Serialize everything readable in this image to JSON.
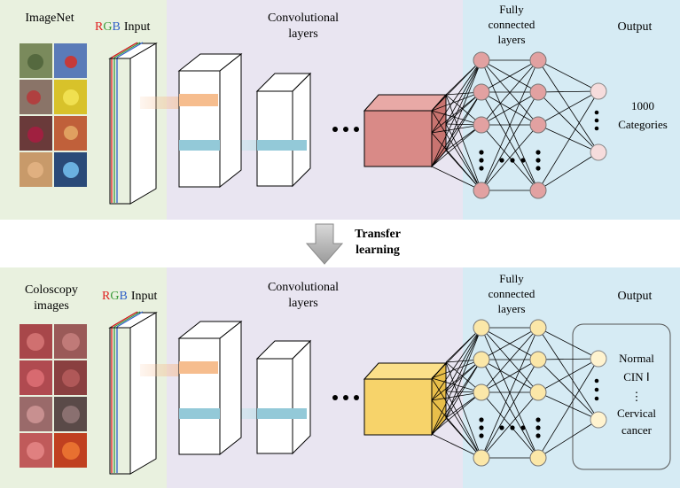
{
  "top": {
    "dataset_label": "ImageNet",
    "input_r": "R",
    "input_g": "G",
    "input_b": "B",
    "input_word": "Input",
    "conv_line1": "Convolutional",
    "conv_line2": "layers",
    "fc_line1": "Fully",
    "fc_line2": "connected",
    "fc_line3": "layers",
    "output_title": "Output",
    "output_line1": "1000",
    "output_line2": "Categories",
    "node_fill": "#e2a1a1",
    "cube_fill": "#d98a87",
    "out_node_fill": "#f6dcdc"
  },
  "transfer": {
    "line1": "Transfer",
    "line2": "learning"
  },
  "bottom": {
    "dataset_line1": "Coloscopy",
    "dataset_line2": "images",
    "input_r": "R",
    "input_g": "G",
    "input_b": "B",
    "input_word": "Input",
    "conv_line1": "Convolutional",
    "conv_line2": "layers",
    "fc_line1": "Fully",
    "fc_line2": "connected",
    "fc_line3": "layers",
    "output_title": "Output",
    "class1": "Normal",
    "class2": "CIN Ⅰ",
    "class_ellipsis": "⋮",
    "class3_line1": "Cervical",
    "class3_line2": "cancer",
    "node_fill": "#fbe7a8",
    "cube_fill": "#f7d36a",
    "out_node_fill": "#fff3cf"
  },
  "colors": {
    "input_bg": "#e9f1df",
    "conv_bg": "#e9e5f1",
    "fc_bg": "#d6ebf4",
    "red": "#e02020",
    "green": "#3a9a3a",
    "blue": "#2f60c8"
  }
}
